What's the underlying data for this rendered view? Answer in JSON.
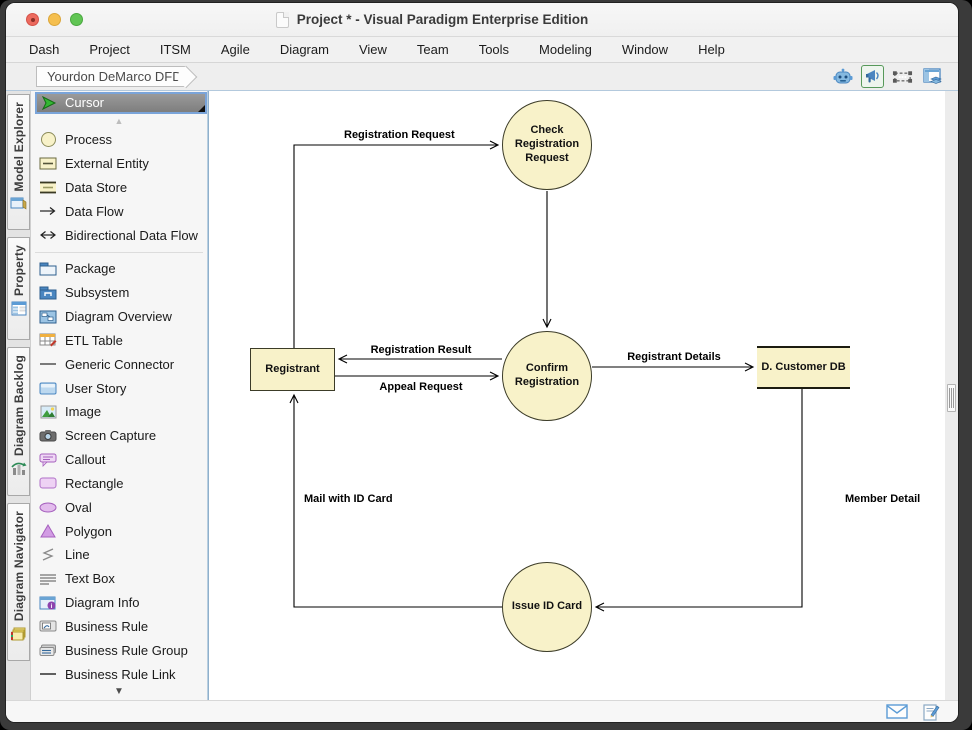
{
  "window": {
    "title": "Project * - Visual Paradigm Enterprise Edition"
  },
  "menubar": {
    "items": [
      "Dash",
      "Project",
      "ITSM",
      "Agile",
      "Diagram",
      "View",
      "Team",
      "Tools",
      "Modeling",
      "Window",
      "Help"
    ]
  },
  "breadcrumb": {
    "label": "Yourdon DeMarco DFD"
  },
  "toolbar": {
    "icons": [
      "robot-assistant",
      "announcement-megaphone",
      "fit-selection",
      "panel-layout"
    ]
  },
  "side_tabs": [
    {
      "label": "Model Explorer",
      "icon": "model-explorer-icon"
    },
    {
      "label": "Property",
      "icon": "property-icon"
    },
    {
      "label": "Diagram Backlog",
      "icon": "diagram-backlog-icon"
    },
    {
      "label": "Diagram Navigator",
      "icon": "diagram-navigator-icon"
    }
  ],
  "palette": {
    "selected_tool": "Cursor",
    "items": [
      {
        "label": "Process",
        "icon": "process-icon"
      },
      {
        "label": "External Entity",
        "icon": "external-entity-icon"
      },
      {
        "label": "Data Store",
        "icon": "data-store-icon"
      },
      {
        "label": "Data Flow",
        "icon": "data-flow-icon"
      },
      {
        "label": "Bidirectional Data Flow",
        "icon": "bidirectional-data-flow-icon"
      },
      {
        "label": "Package",
        "icon": "package-icon"
      },
      {
        "label": "Subsystem",
        "icon": "subsystem-icon"
      },
      {
        "label": "Diagram Overview",
        "icon": "diagram-overview-icon"
      },
      {
        "label": "ETL Table",
        "icon": "etl-table-icon"
      },
      {
        "label": "Generic Connector",
        "icon": "generic-connector-icon"
      },
      {
        "label": "User Story",
        "icon": "user-story-icon"
      },
      {
        "label": "Image",
        "icon": "image-icon"
      },
      {
        "label": "Screen Capture",
        "icon": "screen-capture-icon"
      },
      {
        "label": "Callout",
        "icon": "callout-icon"
      },
      {
        "label": "Rectangle",
        "icon": "rectangle-icon"
      },
      {
        "label": "Oval",
        "icon": "oval-icon"
      },
      {
        "label": "Polygon",
        "icon": "polygon-icon"
      },
      {
        "label": "Line",
        "icon": "line-icon"
      },
      {
        "label": "Text Box",
        "icon": "text-box-icon"
      },
      {
        "label": "Diagram Info",
        "icon": "diagram-info-icon"
      },
      {
        "label": "Business Rule",
        "icon": "business-rule-icon"
      },
      {
        "label": "Business Rule Group",
        "icon": "business-rule-group-icon"
      },
      {
        "label": "Business Rule Link",
        "icon": "business-rule-link-icon"
      }
    ]
  },
  "diagram": {
    "nodes": [
      {
        "id": "check",
        "type": "process",
        "label": "Check Registration Request"
      },
      {
        "id": "confirm",
        "type": "process",
        "label": "Confirm Registration"
      },
      {
        "id": "issue",
        "type": "process",
        "label": "Issue ID Card"
      },
      {
        "id": "registrant",
        "type": "external-entity",
        "label": "Registrant"
      },
      {
        "id": "customerdb",
        "type": "data-store",
        "label": "D. Customer DB"
      }
    ],
    "flows": [
      {
        "label": "Registration Request",
        "from": "Registrant",
        "to": "Check Registration Request"
      },
      {
        "label": "",
        "from": "Check Registration Request",
        "to": "Confirm Registration"
      },
      {
        "label": "Registration Result",
        "from": "Confirm Registration",
        "to": "Registrant"
      },
      {
        "label": "Appeal Request",
        "from": "Registrant",
        "to": "Confirm Registration"
      },
      {
        "label": "Registrant Details",
        "from": "Confirm Registration",
        "to": "D. Customer DB"
      },
      {
        "label": "Member Detail",
        "from": "D. Customer DB",
        "to": "Issue ID Card"
      },
      {
        "label": "Mail with ID Card",
        "from": "Issue ID Card",
        "to": "Registrant"
      }
    ]
  },
  "statusbar": {
    "icons": [
      "mail",
      "compose-note"
    ]
  },
  "colors": {
    "node_fill": "#F8F2C9",
    "node_border": "#3c3c28",
    "selected_tool_border": "#7aa4d9",
    "breadcrumb_bar_border": "#b3c9dd",
    "traffic_red": "#ec6a5e",
    "traffic_yellow": "#f5bf4f",
    "traffic_green": "#61c554"
  }
}
